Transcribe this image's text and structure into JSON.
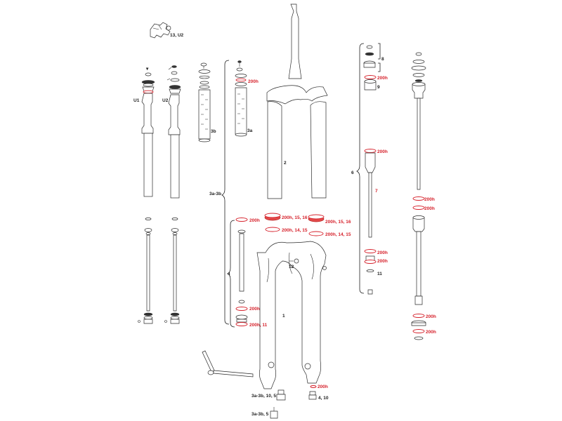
{
  "labels": {
    "remote": "13, U2",
    "u1": "U1",
    "u2": "U2",
    "p3b": "3b",
    "p3a": "3a",
    "p3a3b": "3a-3b",
    "p2": "2",
    "p4": "4",
    "p1": "1",
    "p12": "12",
    "p6": "6",
    "p7": "7",
    "p8": "8",
    "p9": "9",
    "p11": "11",
    "p200h": "200h",
    "p200h_15_16": "200h, 15, 16",
    "p200h_14_15": "200h, 14, 15",
    "p200h_11": "200h, 11",
    "bolt_top": "3a-3b, 10, 5",
    "bolt_bottom": "3a-3b, 5",
    "p4_10": "4, 10"
  },
  "colors": {
    "line": "#2a2a2a",
    "highlight": "#d6212b",
    "background": "#ffffff"
  }
}
